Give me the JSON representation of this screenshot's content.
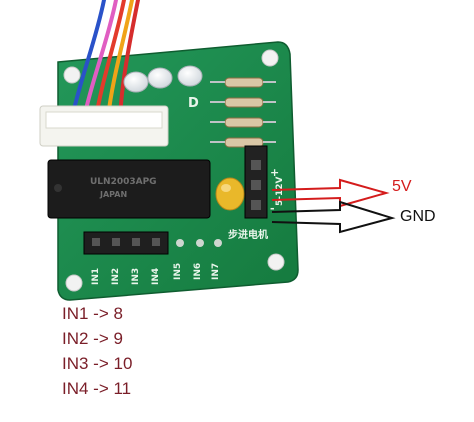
{
  "board": {
    "chip_text": [
      "ULN2003APG",
      "JAPAN"
    ],
    "led_label": "D",
    "power_labels": {
      "plus": "+",
      "minus": "-",
      "volts": "5-12V"
    },
    "chinese_text": "步进电机",
    "input_labels": [
      "IN1",
      "IN2",
      "IN3",
      "IN4",
      "IN5",
      "IN6",
      "IN7"
    ]
  },
  "annotations": {
    "vcc_label": "5V",
    "gnd_label": "GND",
    "pin_map": [
      "IN1 -> 8",
      "IN2 -> 9",
      "IN3 -> 10",
      "IN4 -> 11"
    ]
  },
  "colors": {
    "pcb": "#1e8a4a",
    "vcc_arrow": "#d41c1c",
    "gnd_arrow": "#111111",
    "mapping_text": "#7a1e28"
  }
}
